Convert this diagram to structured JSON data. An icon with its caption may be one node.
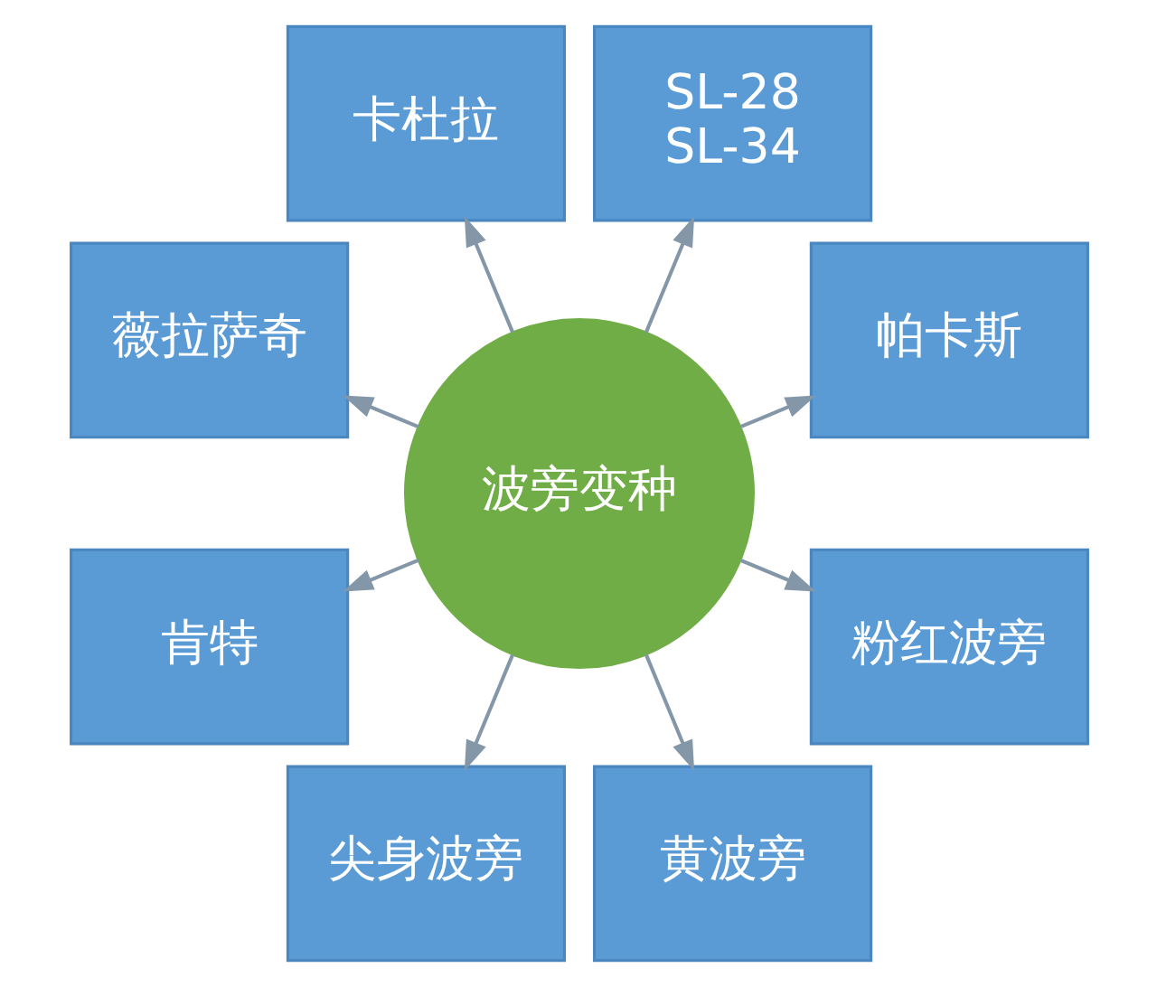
{
  "diagram": {
    "nodes": [
      {
        "text": [
          "卡杜拉"
        ]
      },
      {
        "text": [
          "薇拉萨奇"
        ]
      },
      {
        "text": [
          "SL-28",
          "SL-34"
        ]
      },
      {
        "text": [
          "肯特"
        ]
      },
      {
        "text": [
          "波旁变种"
        ]
      },
      {
        "text": [
          "帕卡斯"
        ]
      },
      {
        "text": [
          "尖身波旁"
        ]
      },
      {
        "text": [
          "粉红波旁"
        ]
      },
      {
        "text": [
          "黄波旁"
        ]
      }
    ],
    "edges": [
      {
        "from": 4,
        "to": 0,
        "arrow": "to"
      },
      {
        "from": 4,
        "to": 2,
        "arrow": "to"
      },
      {
        "from": 4,
        "to": 5,
        "arrow": "to"
      },
      {
        "from": 4,
        "to": 7,
        "arrow": "to"
      },
      {
        "from": 4,
        "to": 8,
        "arrow": "to"
      },
      {
        "from": 4,
        "to": 6,
        "arrow": "to"
      },
      {
        "from": 4,
        "to": 3,
        "arrow": "to"
      },
      {
        "from": 4,
        "to": 1,
        "arrow": "to"
      }
    ]
  }
}
